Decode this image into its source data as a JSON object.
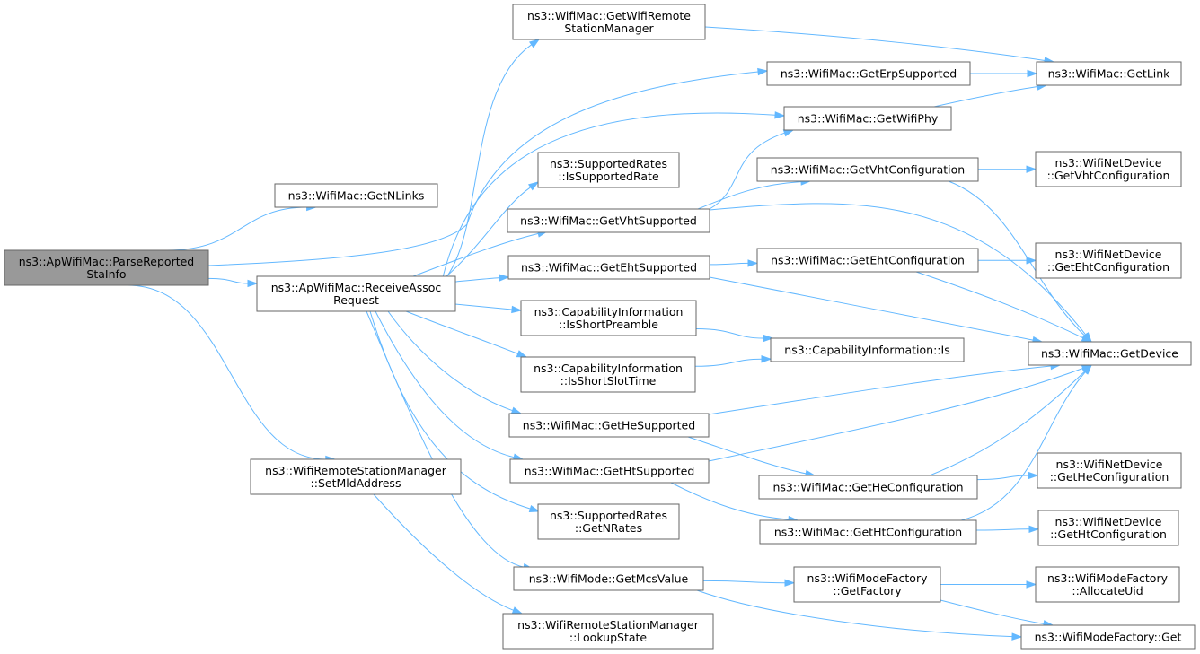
{
  "nodes": {
    "n_parse": [
      "ns3::ApWifiMac::ParseReported",
      "StaInfo"
    ],
    "n_nlinks": [
      "ns3::WifiMac::GetNLinks"
    ],
    "n_recv": [
      "ns3::ApWifiMac::ReceiveAssoc",
      "Request"
    ],
    "n_setmld": [
      "ns3::WifiRemoteStationManager",
      "::SetMldAddress"
    ],
    "n_lookup": [
      "ns3::WifiRemoteStationManager",
      "::LookupState"
    ],
    "n_rsm": [
      "ns3::WifiMac::GetWifiRemote",
      "StationManager"
    ],
    "n_suprate": [
      "ns3::SupportedRates",
      "::IsSupportedRate"
    ],
    "n_vhtsup": [
      "ns3::WifiMac::GetVhtSupported"
    ],
    "n_ehtsup": [
      "ns3::WifiMac::GetEhtSupported"
    ],
    "n_shortpre": [
      "ns3::CapabilityInformation",
      "::IsShortPreamble"
    ],
    "n_shortslot": [
      "ns3::CapabilityInformation",
      "::IsShortSlotTime"
    ],
    "n_hesup": [
      "ns3::WifiMac::GetHeSupported"
    ],
    "n_htsup": [
      "ns3::WifiMac::GetHtSupported"
    ],
    "n_nrates": [
      "ns3::SupportedRates",
      "::GetNRates"
    ],
    "n_mcs": [
      "ns3::WifiMode::GetMcsValue"
    ],
    "n_erp": [
      "ns3::WifiMac::GetErpSupported"
    ],
    "n_phy": [
      "ns3::WifiMac::GetWifiPhy"
    ],
    "n_vhtconf": [
      "ns3::WifiMac::GetVhtConfiguration"
    ],
    "n_ehtconf": [
      "ns3::WifiMac::GetEhtConfiguration"
    ],
    "n_capis": [
      "ns3::CapabilityInformation::Is"
    ],
    "n_heconf": [
      "ns3::WifiMac::GetHeConfiguration"
    ],
    "n_htconf": [
      "ns3::WifiMac::GetHtConfiguration"
    ],
    "n_factory": [
      "ns3::WifiModeFactory",
      "::GetFactory"
    ],
    "n_link": [
      "ns3::WifiMac::GetLink"
    ],
    "n_ndvht": [
      "ns3::WifiNetDevice",
      "::GetVhtConfiguration"
    ],
    "n_ndeht": [
      "ns3::WifiNetDevice",
      "::GetEhtConfiguration"
    ],
    "n_device": [
      "ns3::WifiMac::GetDevice"
    ],
    "n_ndhe": [
      "ns3::WifiNetDevice",
      "::GetHeConfiguration"
    ],
    "n_ndht": [
      "ns3::WifiNetDevice",
      "::GetHtConfiguration"
    ],
    "n_alloc": [
      "ns3::WifiModeFactory",
      "::AllocateUid"
    ],
    "n_get": [
      "ns3::WifiModeFactory::Get"
    ]
  },
  "edges": [
    [
      "n_parse",
      "n_nlinks"
    ],
    [
      "n_parse",
      "n_recv"
    ],
    [
      "n_parse",
      "n_setmld"
    ],
    [
      "n_parse",
      "n_erp"
    ],
    [
      "n_recv",
      "n_rsm"
    ],
    [
      "n_recv",
      "n_suprate"
    ],
    [
      "n_recv",
      "n_vhtsup"
    ],
    [
      "n_recv",
      "n_ehtsup"
    ],
    [
      "n_recv",
      "n_shortpre"
    ],
    [
      "n_recv",
      "n_shortslot"
    ],
    [
      "n_recv",
      "n_hesup"
    ],
    [
      "n_recv",
      "n_htsup"
    ],
    [
      "n_recv",
      "n_nrates"
    ],
    [
      "n_recv",
      "n_mcs"
    ],
    [
      "n_recv",
      "n_phy"
    ],
    [
      "n_setmld",
      "n_lookup"
    ],
    [
      "n_rsm",
      "n_link"
    ],
    [
      "n_erp",
      "n_link"
    ],
    [
      "n_phy",
      "n_link"
    ],
    [
      "n_vhtsup",
      "n_phy"
    ],
    [
      "n_vhtsup",
      "n_vhtconf"
    ],
    [
      "n_vhtsup",
      "n_device"
    ],
    [
      "n_vhtconf",
      "n_ndvht"
    ],
    [
      "n_vhtconf",
      "n_device"
    ],
    [
      "n_ehtsup",
      "n_ehtconf"
    ],
    [
      "n_ehtsup",
      "n_device"
    ],
    [
      "n_ehtconf",
      "n_ndeht"
    ],
    [
      "n_ehtconf",
      "n_device"
    ],
    [
      "n_shortpre",
      "n_capis"
    ],
    [
      "n_shortslot",
      "n_capis"
    ],
    [
      "n_hesup",
      "n_device"
    ],
    [
      "n_hesup",
      "n_heconf"
    ],
    [
      "n_htsup",
      "n_device"
    ],
    [
      "n_htsup",
      "n_htconf"
    ],
    [
      "n_heconf",
      "n_ndhe"
    ],
    [
      "n_heconf",
      "n_device"
    ],
    [
      "n_htconf",
      "n_ndht"
    ],
    [
      "n_htconf",
      "n_device"
    ],
    [
      "n_mcs",
      "n_factory"
    ],
    [
      "n_mcs",
      "n_get"
    ],
    [
      "n_factory",
      "n_alloc"
    ],
    [
      "n_factory",
      "n_get"
    ]
  ],
  "colors": {
    "root_fill": "#999999",
    "node_fill": "#ffffff",
    "node_border": "#666666",
    "edge": "#63b8ff"
  }
}
